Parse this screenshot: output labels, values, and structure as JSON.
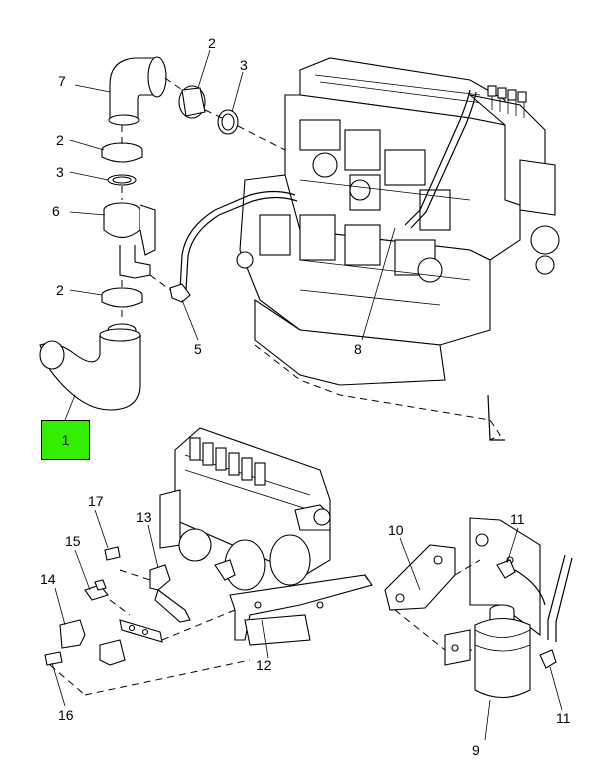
{
  "callouts": {
    "c1": "1",
    "c2a": "2",
    "c2b": "2",
    "c2c": "2",
    "c3a": "3",
    "c3b": "3",
    "c5": "5",
    "c6": "6",
    "c7": "7",
    "c8": "8",
    "c9": "9",
    "c10": "10",
    "c11a": "11",
    "c11b": "11",
    "c12": "12",
    "c13": "13",
    "c14": "14",
    "c15": "15",
    "c16": "16",
    "c17": "17"
  },
  "colors": {
    "highlight": "#33ee00",
    "line": "#000000",
    "background": "#ffffff"
  }
}
